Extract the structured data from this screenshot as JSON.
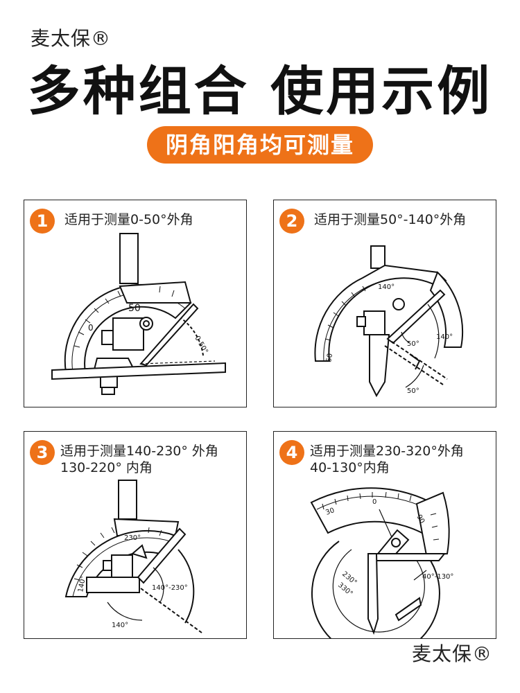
{
  "brand": "麦太保®",
  "headline": "多种组合 使用示例",
  "subtitle": "阴角阳角均可测量",
  "panels": [
    {
      "number": "1",
      "caption_line1": "适用于测量0-50°外角",
      "caption_line2": "",
      "labels": {
        "scale_a": "50",
        "scale_b": "0",
        "angle": "0-50°"
      }
    },
    {
      "number": "2",
      "caption_line1": "适用于测量50°-140°外角",
      "caption_line2": "",
      "labels": {
        "scale_a": "140°",
        "scale_b": "50",
        "angle_a": "140°",
        "angle_b": "50°",
        "angle_c": "50°"
      }
    },
    {
      "number": "3",
      "caption_line1": "适用于测量140-230° 外角",
      "caption_line2": "130-220° 内角",
      "labels": {
        "scale_a": "230°",
        "scale_b": "140°",
        "angle_a": "140°-230°",
        "angle_b": "140°"
      }
    },
    {
      "number": "4",
      "caption_line1": "适用于测量230-320°外角",
      "caption_line2": "40-130°内角",
      "labels": {
        "scale_a": "0",
        "scale_b": "30",
        "scale_c": "90",
        "angle_a": "230°",
        "angle_b": "330°",
        "angle_c": "40°-130°"
      }
    }
  ],
  "colors": {
    "accent": "#ee7218",
    "ink": "#111111"
  }
}
